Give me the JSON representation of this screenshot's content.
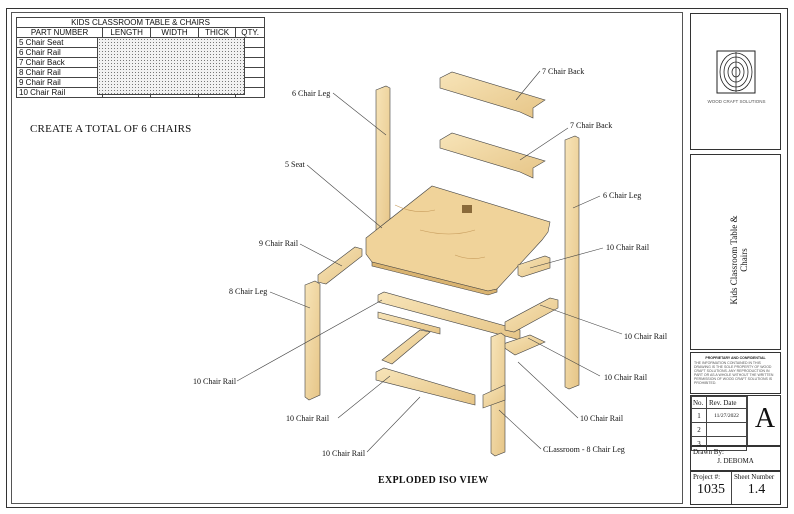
{
  "parts_table": {
    "title": "KIDS CLASSROOM TABLE & CHAIRS",
    "headers": [
      "PART NUMBER",
      "LENGTH",
      "WIDTH",
      "THICK",
      "QTY."
    ],
    "rows": [
      "5 Chair Seat",
      "6 Chair Rail",
      "7 Chair Back",
      "8 Chair Rail",
      "9 Chair Rail",
      "10 Chair Rail"
    ]
  },
  "note": "CREATE A TOTAL OF 6 CHAIRS",
  "callouts": {
    "chair_back_1": "7 Chair Back",
    "chair_back_2": "7 Chair Back",
    "chair_leg_left": "6 Chair Leg",
    "chair_leg_right": "6 Chair Leg",
    "seat": "5 Seat",
    "rail_9": "9 Chair Rail",
    "rail_10_a": "10 Chair Rail",
    "leg_8": "8 Chair Leg",
    "rail_10_b": "10 Chair Rail",
    "rail_10_c": "10 Chair Rail",
    "rail_10_d": "10 Chair Rail",
    "rail_10_e": "10 Chair Rail",
    "rail_10_f": "10 Chair Rail",
    "rail_10_g": "10 Chair Rail",
    "leg_classroom": "CLassroom - 8 Chair Leg"
  },
  "view_title": "EXPLODED ISO VIEW",
  "title_block": {
    "company": "WOOD CRAFT SOLUTIONS",
    "project_title": "Kids Classroom Table & Chairs",
    "proprietary_heading": "PROPRIETARY AND CONFIDENTIAL",
    "proprietary_text": "THE INFORMATION CONTAINED IN THIS DRAWING IS THE SOLE PROPERTY OF WOOD CRAFT SOLUTIONS. ANY REPRODUCTION IN PART OR AS A WHOLE WITHOUT THE WRITTEN PERMISSION OF WOOD CRAFT SOLUTIONS IS PROHIBITED.",
    "rev_headers": [
      "No.",
      "Rev. Date"
    ],
    "rev_rows": [
      [
        "1",
        "11/27/2022"
      ],
      [
        "2",
        ""
      ],
      [
        "3",
        ""
      ]
    ],
    "revision_letter": "A",
    "drawn_by_label": "Drawn By:",
    "drawn_by": "J. DEBOMA",
    "project_label": "Project #:",
    "project_number": "1035",
    "sheet_label": "Sheet Number",
    "sheet_number": "1.4"
  },
  "colors": {
    "wood_light": "#f4dfb0",
    "wood_mid": "#e8c88a",
    "wood_dark": "#cfa565",
    "line": "#333333"
  }
}
